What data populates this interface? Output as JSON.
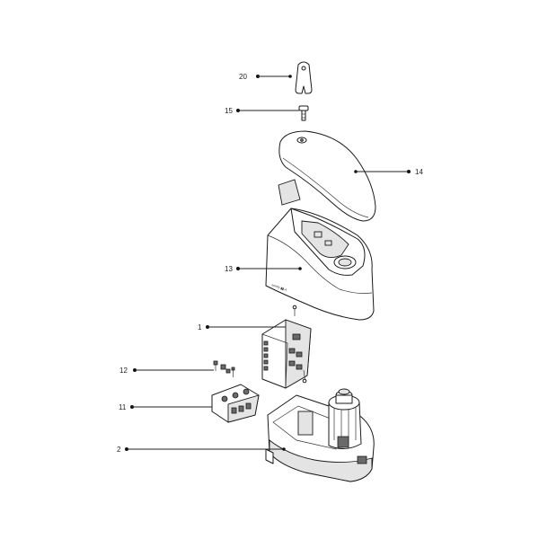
{
  "callouts": [
    {
      "id": "20",
      "label": "20"
    },
    {
      "id": "15",
      "label": "15"
    },
    {
      "id": "14",
      "label": "14"
    },
    {
      "id": "13",
      "label": "13"
    },
    {
      "id": "1",
      "label": "1"
    },
    {
      "id": "12",
      "label": "12"
    },
    {
      "id": "11",
      "label": "11"
    },
    {
      "id": "2",
      "label": "2"
    }
  ]
}
